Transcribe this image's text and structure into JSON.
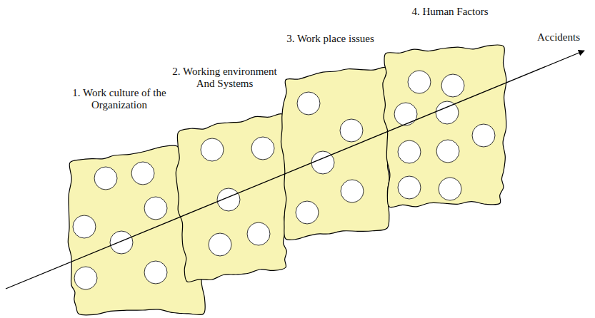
{
  "diagram": {
    "nodes": [
      {
        "text": [
          "1. Work culture of the Organization"
        ]
      },
      {
        "text": [
          "2. Working environment And Systems"
        ]
      },
      {
        "text": [
          "3. Work place issues"
        ]
      },
      {
        "text": [
          "4. Human Factors"
        ]
      }
    ],
    "labels": [
      "Accidents"
    ]
  }
}
